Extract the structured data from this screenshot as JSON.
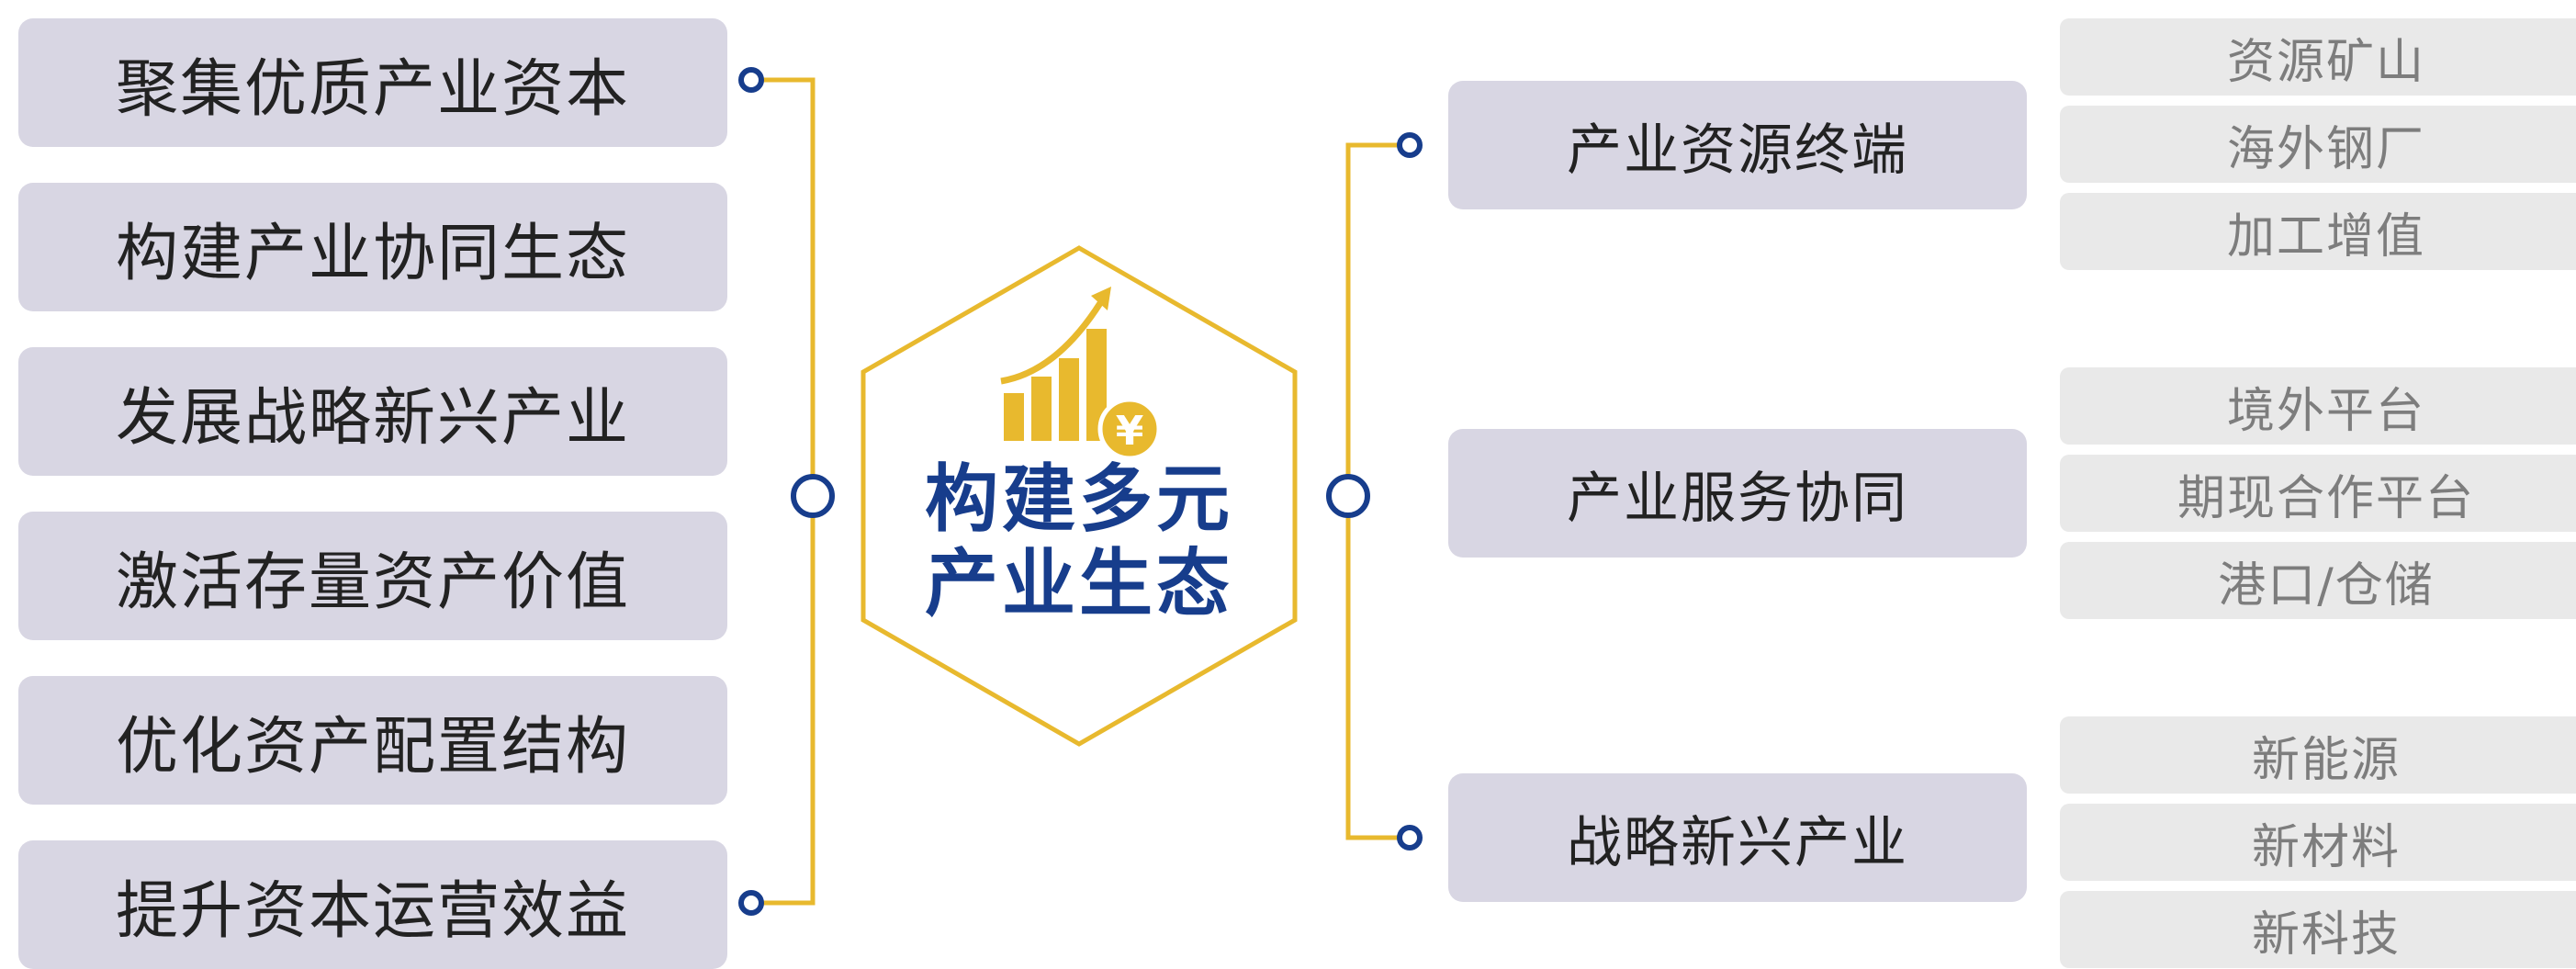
{
  "center": {
    "title_line1": "构建多元",
    "title_line2": "产业生态",
    "icon": "chart-growth-yuan-icon"
  },
  "left_items": [
    "聚集优质产业资本",
    "构建产业协同生态",
    "发展战略新兴产业",
    "激活存量资产价值",
    "优化资产配置结构",
    "提升资本运营效益"
  ],
  "categories": [
    {
      "label": "产业资源终端",
      "subs": [
        "资源矿山",
        "海外钢厂",
        "加工增值"
      ]
    },
    {
      "label": "产业服务协同",
      "subs": [
        "境外平台",
        "期现合作平台",
        "港口/仓储"
      ]
    },
    {
      "label": "战略新兴产业",
      "subs": [
        "新能源",
        "新材料",
        "新科技"
      ]
    }
  ],
  "colors": {
    "gold": "#e8b92e",
    "navy": "#173d8c",
    "box": "#d8d6e3",
    "sub_box": "#e9e9e9"
  }
}
